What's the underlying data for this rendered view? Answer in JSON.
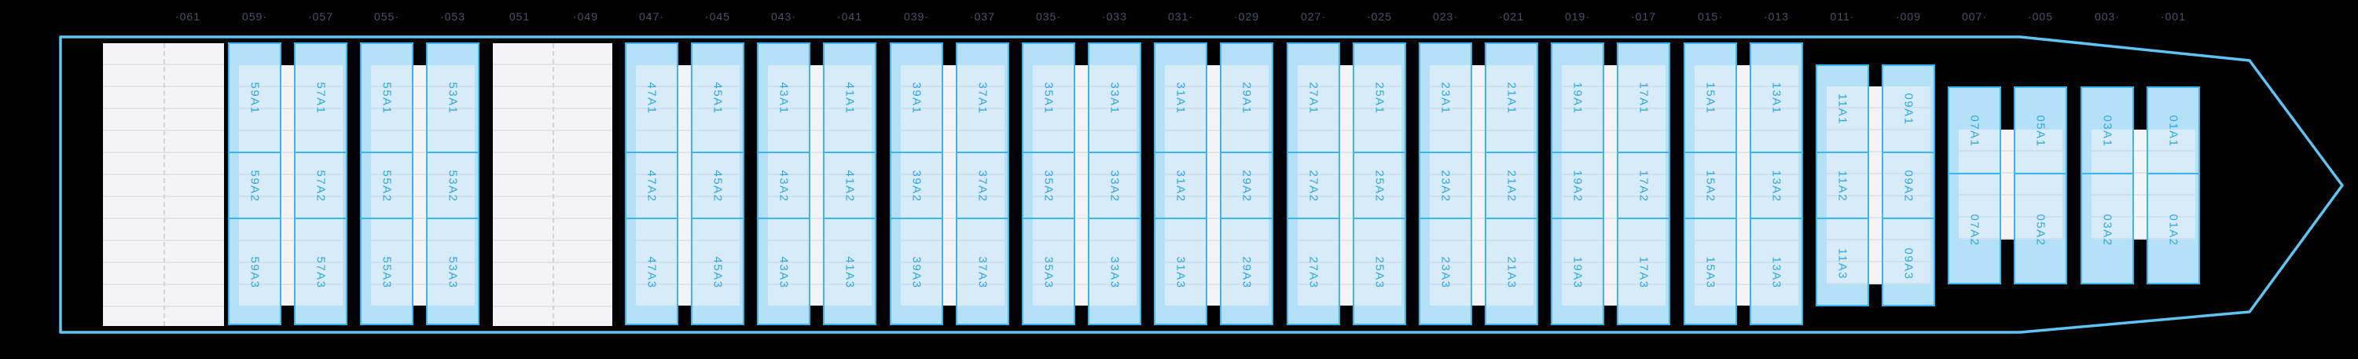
{
  "plan": {
    "top_labels": [
      "·061",
      "059·",
      "·057",
      "055·",
      "·053",
      "051",
      "·049",
      "047·",
      "·045",
      "043·",
      "·041",
      "039·",
      "·037",
      "035·",
      "·033",
      "031·",
      "·029",
      "027·",
      "·025",
      "023·",
      "·021",
      "019·",
      "·017",
      "015·",
      "·013",
      "011·",
      "·009",
      "007·",
      "·005",
      "003·",
      "·001"
    ],
    "groups": [
      {
        "kind": "empty",
        "id": "hatch-061",
        "slots": []
      },
      {
        "kind": "pair",
        "size": "main",
        "slots": [
          {
            "id": "59",
            "cells": [
              "59A1",
              "59A2",
              "59A3"
            ]
          },
          {
            "id": "57",
            "cells": [
              "57A1",
              "57A2",
              "57A3"
            ]
          }
        ]
      },
      {
        "kind": "pair",
        "size": "main",
        "slots": [
          {
            "id": "55",
            "cells": [
              "55A1",
              "55A2",
              "55A3"
            ]
          },
          {
            "id": "53",
            "cells": [
              "53A1",
              "53A2",
              "53A3"
            ]
          }
        ]
      },
      {
        "kind": "empty",
        "id": "hatch-051-049",
        "slots": []
      },
      {
        "kind": "pair",
        "size": "main",
        "slots": [
          {
            "id": "47",
            "cells": [
              "47A1",
              "47A2",
              "47A3"
            ]
          },
          {
            "id": "45",
            "cells": [
              "45A1",
              "45A2",
              "45A3"
            ]
          }
        ]
      },
      {
        "kind": "pair",
        "size": "main",
        "slots": [
          {
            "id": "43",
            "cells": [
              "43A1",
              "43A2",
              "43A3"
            ]
          },
          {
            "id": "41",
            "cells": [
              "41A1",
              "41A2",
              "41A3"
            ]
          }
        ]
      },
      {
        "kind": "pair",
        "size": "main",
        "slots": [
          {
            "id": "39",
            "cells": [
              "39A1",
              "39A2",
              "39A3"
            ]
          },
          {
            "id": "37",
            "cells": [
              "37A1",
              "37A2",
              "37A3"
            ]
          }
        ]
      },
      {
        "kind": "pair",
        "size": "main",
        "slots": [
          {
            "id": "35",
            "cells": [
              "35A1",
              "35A2",
              "35A3"
            ]
          },
          {
            "id": "33",
            "cells": [
              "33A1",
              "33A2",
              "33A3"
            ]
          }
        ]
      },
      {
        "kind": "pair",
        "size": "main",
        "slots": [
          {
            "id": "31",
            "cells": [
              "31A1",
              "31A2",
              "31A3"
            ]
          },
          {
            "id": "29",
            "cells": [
              "29A1",
              "29A2",
              "29A3"
            ]
          }
        ]
      },
      {
        "kind": "pair",
        "size": "main",
        "slots": [
          {
            "id": "27",
            "cells": [
              "27A1",
              "27A2",
              "27A3"
            ]
          },
          {
            "id": "25",
            "cells": [
              "25A1",
              "25A2",
              "25A3"
            ]
          }
        ]
      },
      {
        "kind": "pair",
        "size": "main",
        "slots": [
          {
            "id": "23",
            "cells": [
              "23A1",
              "23A2",
              "23A3"
            ]
          },
          {
            "id": "21",
            "cells": [
              "21A1",
              "21A2",
              "21A3"
            ]
          }
        ]
      },
      {
        "kind": "pair",
        "size": "main",
        "slots": [
          {
            "id": "19",
            "cells": [
              "19A1",
              "19A2",
              "19A3"
            ]
          },
          {
            "id": "17",
            "cells": [
              "17A1",
              "17A2",
              "17A3"
            ]
          }
        ]
      },
      {
        "kind": "pair",
        "size": "main",
        "slots": [
          {
            "id": "15",
            "cells": [
              "15A1",
              "15A2",
              "15A3"
            ]
          },
          {
            "id": "13",
            "cells": [
              "13A1",
              "13A2",
              "13A3"
            ]
          }
        ]
      },
      {
        "kind": "pair",
        "size": "short",
        "slots": [
          {
            "id": "11",
            "cells": [
              "11A1",
              "11A2",
              "11A3"
            ]
          },
          {
            "id": "09",
            "cells": [
              "09A1",
              "09A2",
              "09A3"
            ]
          }
        ]
      },
      {
        "kind": "pair",
        "size": "bow",
        "slots": [
          {
            "id": "07",
            "cells": [
              "07A1",
              "07A2"
            ]
          },
          {
            "id": "05",
            "cells": [
              "05A1",
              "05A2"
            ]
          }
        ]
      },
      {
        "kind": "pair",
        "size": "bow",
        "slots": [
          {
            "id": "03",
            "cells": [
              "03A1",
              "03A2"
            ]
          },
          {
            "id": "01",
            "cells": [
              "01A1",
              "01A2"
            ]
          }
        ]
      }
    ]
  },
  "colors": {
    "background": "#000000",
    "hull_outline": "#5fc4f2",
    "slot_fill": "#b5e1f8",
    "slot_border": "#3ab5ee",
    "slot_overlay": "#d8ebf9",
    "deck_fill": "#f4f4f6",
    "deck_row_line": "#e4e4e8",
    "cell_label_text": "#2fa7e2",
    "bay_number_text": "#4b5264"
  }
}
